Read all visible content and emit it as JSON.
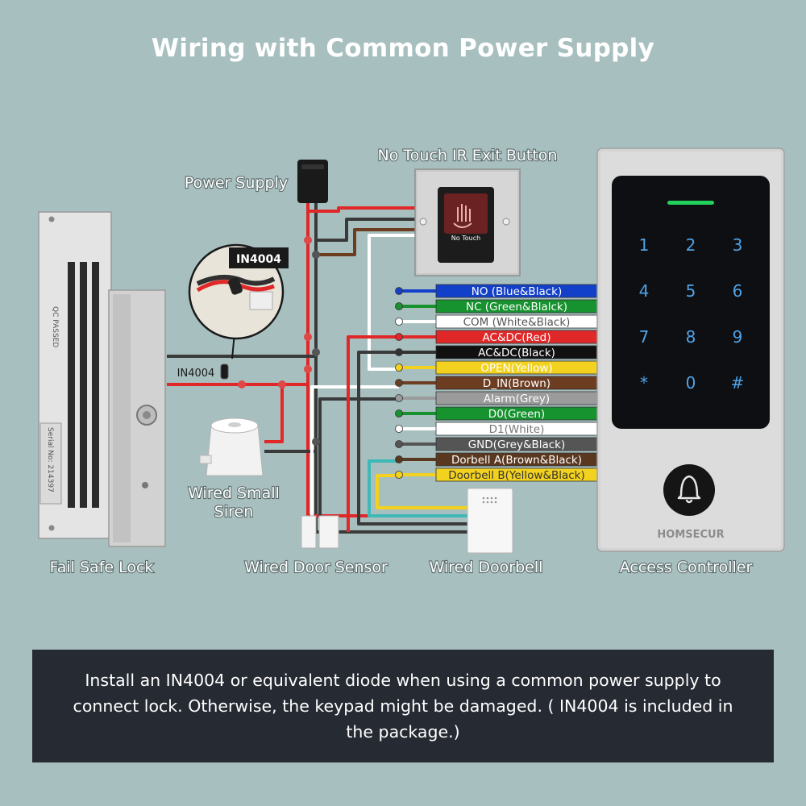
{
  "title": "Wiring with Common Power Supply",
  "labels": {
    "power_supply": "Power Supply",
    "exit_button": "No Touch IR Exit Button",
    "exit_button_text": "No Touch",
    "diode_callout": "IN4004",
    "diode_inline": "IN4004",
    "siren_line1": "Wired Small",
    "siren_line2": "Siren",
    "lock": "Fail Safe Lock",
    "door_sensor": "Wired Door Sensor",
    "doorbell": "Wired Doorbell",
    "controller": "Access Controller",
    "brand": "HOMSECUR",
    "lock_serial": "Serial No: 214397",
    "lock_qc": "QC PASSED"
  },
  "keypad": [
    "1",
    "2",
    "3",
    "4",
    "5",
    "6",
    "7",
    "8",
    "9",
    "*",
    "0",
    "#"
  ],
  "terminals": [
    {
      "label": "NO (Blue&Black)",
      "fill": "#1340c8",
      "text": "#ffffff",
      "wire": "#1340c8"
    },
    {
      "label": "NC (Green&Blalck)",
      "fill": "#16922e",
      "text": "#ffffff",
      "wire": "#16922e"
    },
    {
      "label": "COM (White&Black)",
      "fill": "#ffffff",
      "text": "#555555",
      "wire": "#ffffff"
    },
    {
      "label": "AC&DC(Red)",
      "fill": "#e02828",
      "text": "#ffffff",
      "wire": "#e02828"
    },
    {
      "label": "AC&DC(Black)",
      "fill": "#111111",
      "text": "#ffffff",
      "wire": "#333333"
    },
    {
      "label": "OPEN(Yellow)",
      "fill": "#f2d21e",
      "text": "#ffffff",
      "wire": "#f2d21e"
    },
    {
      "label": "D_IN(Brown)",
      "fill": "#6d3d22",
      "text": "#ffffff",
      "wire": "#6d3d22"
    },
    {
      "label": "Alarm(Grey)",
      "fill": "#9b9b9b",
      "text": "#ffffff",
      "wire": "#9b9b9b"
    },
    {
      "label": "D0(Green)",
      "fill": "#16922e",
      "text": "#ffffff",
      "wire": "#16922e"
    },
    {
      "label": "D1(White)",
      "fill": "#ffffff",
      "text": "#777777",
      "wire": "#ffffff"
    },
    {
      "label": "GND(Grey&Black)",
      "fill": "#555555",
      "text": "#ffffff",
      "wire": "#555555"
    },
    {
      "label": "Dorbell A(Brown&Black)",
      "fill": "#5a3820",
      "text": "#ffffff",
      "wire": "#5a3820"
    },
    {
      "label": "Doorbell B(Yellow&Black)",
      "fill": "#f2d21e",
      "text": "#333333",
      "wire": "#f2d21e"
    }
  ],
  "note": "Install an IN4004 or equivalent diode when using a common power supply to connect lock. Otherwise, the keypad might be damaged. ( IN4004 is included in the package.)",
  "colors": {
    "background": "#a8bfbf",
    "red_wire": "#e02828",
    "black_wire": "#3a3a3a",
    "white_wire": "#ffffff",
    "note_bg": "#262a33"
  }
}
